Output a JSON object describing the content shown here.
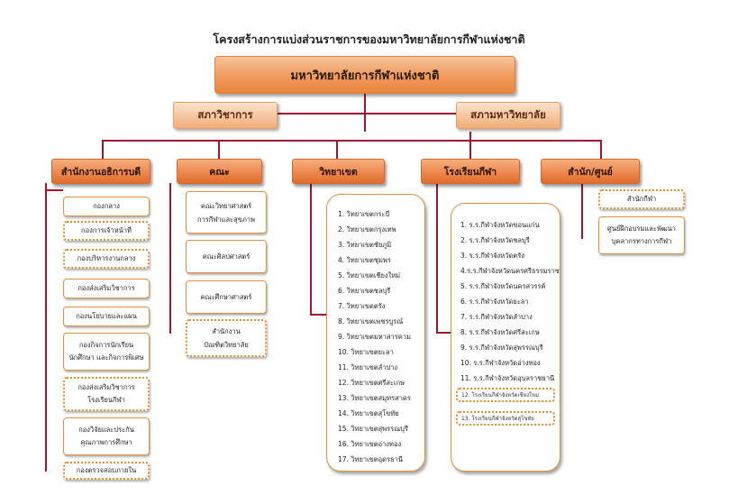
{
  "title": "โครงสร้างการแบ่งส่วนราชการของมหาวิทยาลัยการกีฬาแห่งชาติ",
  "top_box": "มหาวิทยาลัยการกีฬาแห่งชาติ",
  "councils": {
    "academic": "สภาวิชาการ",
    "university": "สภามหาวิทยาลัย"
  },
  "departments": {
    "office": "สำนักงานอธิการบดี",
    "faculty": "คณะ",
    "campus": "วิทยาเขต",
    "school": "โรงเรียนกีฬา",
    "center": "สำนัก/ศูนย์"
  },
  "office_items": [
    "กองกลาง",
    "กองการเจ้าหน้าที่",
    "กองบริหารงานกลาง",
    "กองส่งเสริมวิชาการ",
    "กองนโยบายและแผน",
    "กองกิจการนักเรียน\nนักศึกษา และกิจการพิเศษ",
    "กองส่งเสริมวิชาการ\nโรงเรียนกีฬา",
    "กองวิจัยและประกัน\nคุณภาพการศึกษา",
    "กองตรวจสอบภายใน"
  ],
  "faculty_items": [
    "คณะวิทยาศาสตร์\nการกีฬาและสุขภาพ",
    "คณะศิลปศาสตร์",
    "คณะศึกษาศาสตร์",
    "สำนักงาน\nบัณฑิตวิทยาลัย"
  ],
  "campus_items": [
    "1. วิทยาเขตกระบี่",
    "2. วิทยาเขตกรุงเทพ",
    "3. วิทยาเขตชัยภูมิ",
    "4. วิทยาเขตชุมพร",
    "5. วิทยาเขตเชียงใหม่",
    "6. วิทยาเขตชลบุรี",
    "7. วิทยาเขตตรัง",
    "8. วิทยาเขตเพชรบูรณ์",
    "9. วิทยาเขตมหาสารคาม",
    "10. วิทยาเขตยะลา",
    "11. วิทยาเขตลำปาง",
    "12. วิทยาเขตศรีสะเกษ",
    "13. วิทยาเขตสมุทรสาคร",
    "14. วิทยาเขตสุโขทัย",
    "15. วิทยาเขตสุพรรณบุรี",
    "16. วิทยาเขตอ่างทอง",
    "17. วิทยาเขตอุดรธานี"
  ],
  "school_items": [
    "1. ร.ร.กีฬาจังหวัดขอนแก่น",
    "2. ร.ร.กีฬาจังหวัดชลบุรี",
    "3. ร.ร.กีฬาจังหวัดตรัง",
    "4.ร.ร.กีฬาจังหวัดนครศรีธรรมราช",
    "5. ร.ร.กีฬาจังหวัดนครสวรรค์",
    "6. ร.ร.กีฬาจังหวัดยะลา",
    "7. ร.ร.กีฬาจังหวัดลำปาง",
    "8. ร.ร.กีฬาจังหวัดศรีสะเกษ",
    "9. ร.ร.กีฬาจังหวัดสุพรรณบุรี",
    "10. ร.ร.กีฬาจังหวัดอ่างทอง",
    "11. ร.ร.กีฬาจังหวัดอุบลราชธานี"
  ],
  "school_special": [
    "12. โรงเรียนกีฬาจังหวัดเชียงใหม่",
    "13. โรงเรียนกีฬาจังหวัดสุโขทัย"
  ],
  "center_items": [
    "สำนักกีฬา",
    "ศูนย์ฝึกอบรมและพัฒนา\nบุคลากรทางการกีฬา"
  ],
  "colors": {
    "connector": "#a5152b",
    "box_border": "#e3913f",
    "department_fill": "#ec8549"
  }
}
